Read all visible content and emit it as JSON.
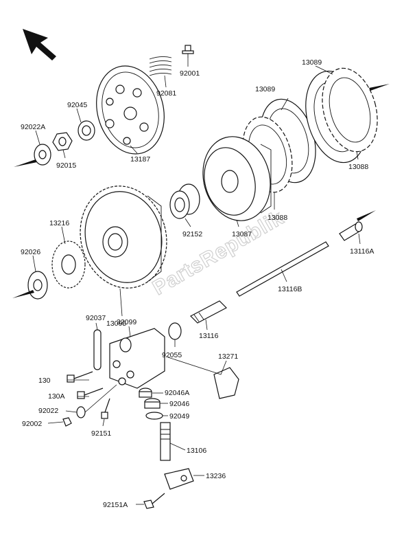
{
  "watermark": "PartsRepublik",
  "labels": {
    "l92001": "92001",
    "l92081": "92081",
    "l92045": "92045",
    "l92022A": "92022A",
    "l92015": "92015",
    "l13187": "13187",
    "l13089a": "13089",
    "l13089b": "13089",
    "l13088a": "13088",
    "l13088b": "13088",
    "l13216": "13216",
    "l92026": "92026",
    "l13095": "13095",
    "l92152": "92152",
    "l13087": "13087",
    "l13116A": "13116A",
    "l13116B": "13116B",
    "l13116": "13116",
    "l92037": "92037",
    "l32099": "32099",
    "l92055": "92055",
    "l13271": "13271",
    "l130": "130",
    "l130A": "130A",
    "l92022": "92022",
    "l92002": "92002",
    "l92151": "92151",
    "l92046A": "92046A",
    "l92046": "92046",
    "l92049": "92049",
    "l13106": "13106",
    "l13236": "13236",
    "l92151A": "92151A"
  }
}
